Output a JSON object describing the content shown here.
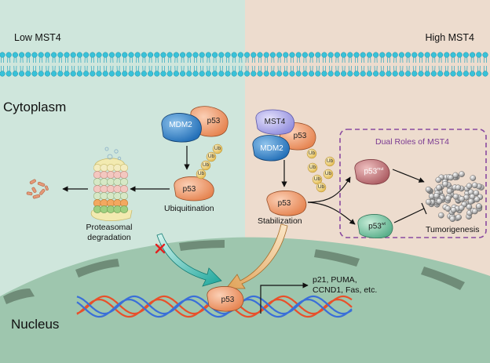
{
  "labels": {
    "low": "Low MST4",
    "high": "High MST4",
    "cytoplasm": "Cytoplasm",
    "nucleus": "Nucleus",
    "ubiquitination": "Ubiquitination",
    "proteasomal_1": "Proteasomal",
    "proteasomal_2": "degradation",
    "stabilization": "Stabilization",
    "dual_roles": "Dual Roles of MST4",
    "tumorigenesis": "Tumorigenesis",
    "targets_1": "p21, PUMA,",
    "targets_2": "CCND1, Fas, etc."
  },
  "proteins": {
    "mdm2": "MDM2",
    "mst4": "MST4",
    "p53": "p53",
    "ub": "Ub",
    "mut": "mut",
    "wt": "wt"
  },
  "colors": {
    "left_bg": "#cfe6dc",
    "right_bg": "#eddcce",
    "nucleus": "#9ec6ae",
    "p53": "#f0a27a",
    "mdm2": "#3a8ed1",
    "mst4": "#b8b4ee",
    "ub": "#f2d27a",
    "p53_mut": "#c4757a",
    "p53_wt": "#7cc9a8",
    "dashed_box": "#8a4aa0",
    "dna_red": "#e8502a",
    "dna_blue": "#3a6fd8"
  }
}
